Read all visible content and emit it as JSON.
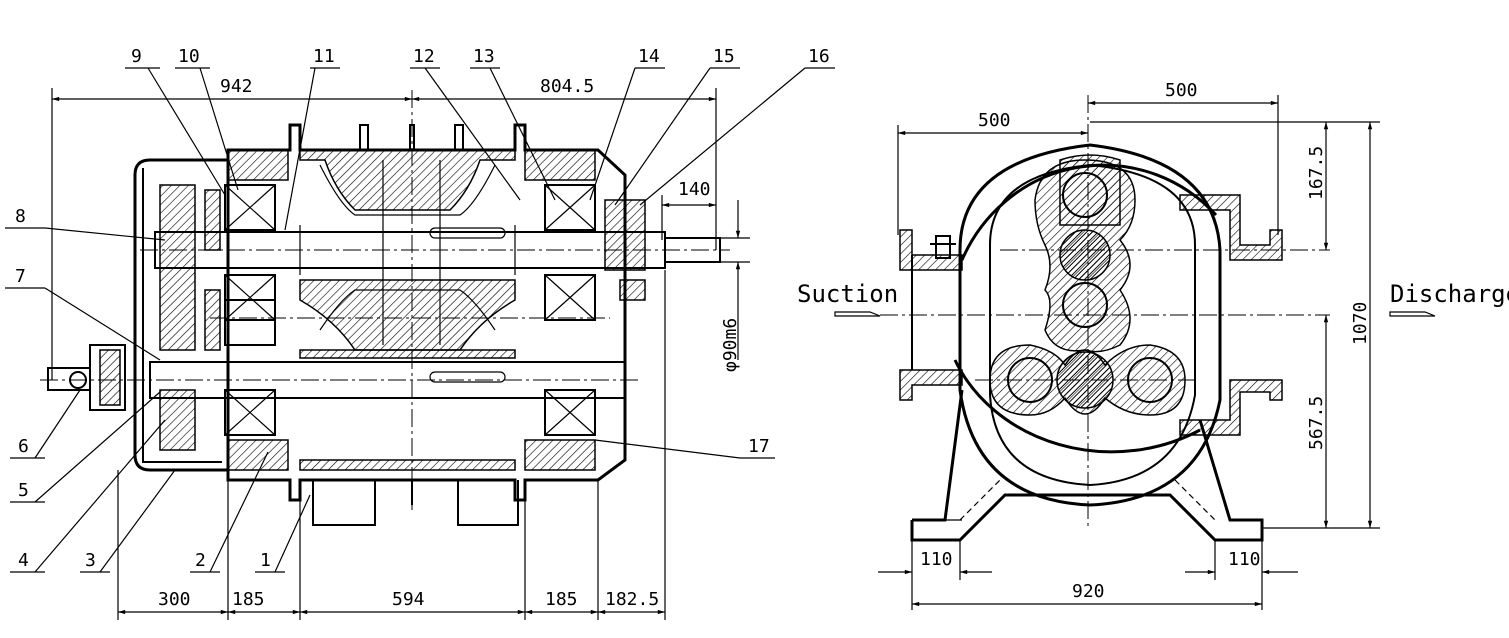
{
  "side_view": {
    "part_numbers": [
      "1",
      "2",
      "3",
      "4",
      "5",
      "6",
      "7",
      "8",
      "9",
      "10",
      "11",
      "12",
      "13",
      "14",
      "15",
      "16",
      "17"
    ],
    "dims": {
      "top_left": "942",
      "top_right": "804.5",
      "shaft_ext": "140",
      "shaft_dia": "φ90m6",
      "bottom_300": "300",
      "bottom_185a": "185",
      "bottom_594": "594",
      "bottom_185b": "185",
      "bottom_1825": "182.5"
    }
  },
  "front_view": {
    "suction": "Suction",
    "discharge": "Discharge",
    "dims": {
      "top_500a": "500",
      "top_500b": "500",
      "d_1675": "167.5",
      "d_1070": "1070",
      "d_5675": "567.5",
      "foot_110a": "110",
      "foot_110b": "110",
      "base_920": "920"
    }
  },
  "colors": {
    "line": "#000000",
    "background": "#ffffff"
  }
}
